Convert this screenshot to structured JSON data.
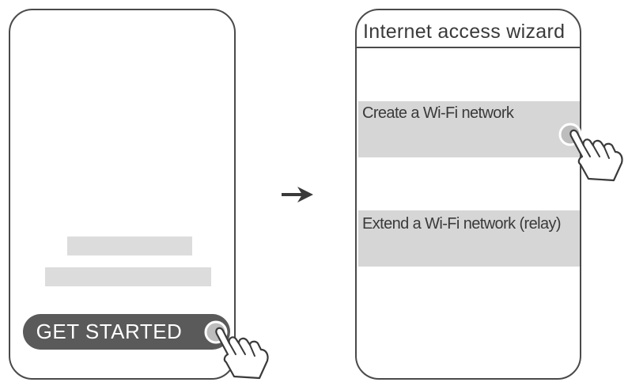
{
  "left_screen": {
    "get_started_label": "GET STARTED"
  },
  "right_screen": {
    "title": "Internet access wizard",
    "options": [
      {
        "label": "Create a Wi-Fi network"
      },
      {
        "label": "Extend a Wi-Fi network (relay)"
      }
    ]
  },
  "icons": {
    "arrow": "arrow-right-icon",
    "hand": "tap-hand-icon"
  },
  "colors": {
    "outline": "#4a4a4a",
    "button": "#5a5a5a",
    "placeholder": "#dcdcdc",
    "option_bg": "#d6d6d6"
  }
}
